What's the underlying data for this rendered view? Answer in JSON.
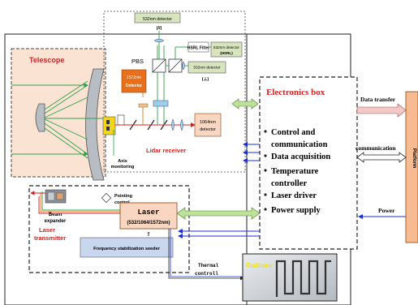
{
  "telescope": {
    "label": "Telescope"
  },
  "lidar_receiver": {
    "label": "Lidar receiver",
    "pbs_label": "PBS",
    "det_532_parallel": "532nm detector",
    "det_532_parallel_sym": "(//)",
    "hsrl_filter": "HSRL Filter",
    "det_532_hsrl": "532nm detector",
    "det_532_hsrl_sym": "(HSRL)",
    "det_532_perp": "532nm detector",
    "det_532_perp_sym": "(⊥)",
    "det_1572_line1": "1572nm",
    "det_1572_line2": "Detector",
    "det_1064_line1": "1064nm",
    "det_1064_line2": "detector",
    "axis_monitoring_line1": "Axis",
    "axis_monitoring_line2": "monitoring"
  },
  "electronics_box": {
    "title": "Electronics box",
    "items": [
      "Control and",
      "communication",
      "Data acquisition",
      "Temperature",
      "controller",
      "Laser driver",
      "Power supply"
    ]
  },
  "platform": {
    "label": "Platform"
  },
  "links": {
    "data_transfer": "Data transfer",
    "communication": "communication",
    "power": "Power",
    "thermal_line1": "Thermal",
    "thermal_line2": "controll"
  },
  "laser_transmitter": {
    "label_line1": "Laser",
    "label_line2": "transmitter",
    "beam_expander_line1": "Beam",
    "beam_expander_line2": "expander",
    "pointing_control_line1": "Pointing",
    "pointing_control_line2": "control",
    "laser_title": "Laser",
    "laser_wavelengths": "(532/1064/1572nm)",
    "seeder_label": "Frequency stabilization seeder"
  },
  "radiator": {
    "label": "Radiator"
  }
}
